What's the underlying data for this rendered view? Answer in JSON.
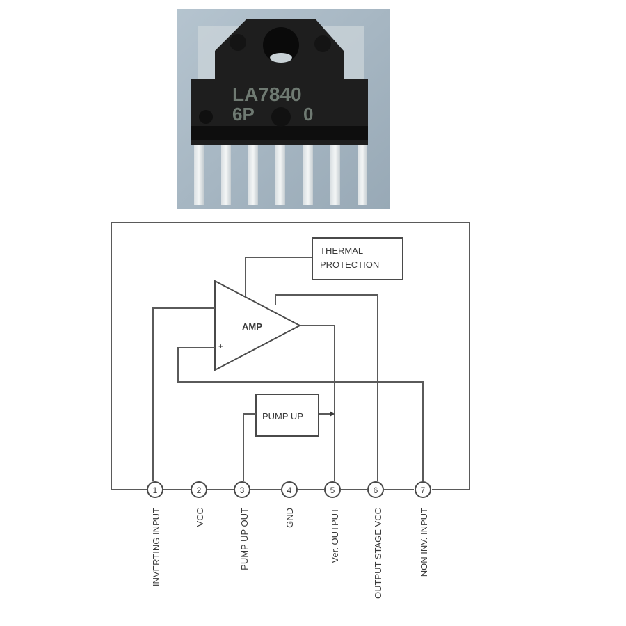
{
  "photo": {
    "marking_line1": "LA7840",
    "marking_line2_left": "6P",
    "marking_line2_right": "0",
    "lead_count": 7,
    "background_color": "#a9b8c4",
    "body_color": "#1c1c1c"
  },
  "diagram": {
    "blocks": {
      "thermal_line1": "THERMAL",
      "thermal_line2": "PROTECTION",
      "amp": "AMP",
      "amp_plus": "+",
      "pump_up": "PUMP UP"
    },
    "pins": [
      {
        "number": "1",
        "label": "INVERTING INPUT"
      },
      {
        "number": "2",
        "label": "VCC"
      },
      {
        "number": "3",
        "label": "PUMP UP OUT"
      },
      {
        "number": "4",
        "label": "GND"
      },
      {
        "number": "5",
        "label": "Ver. OUTPUT"
      },
      {
        "number": "6",
        "label": "OUTPUT STAGE VCC"
      },
      {
        "number": "7",
        "label": "NON INV. INPUT"
      }
    ],
    "line_color": "#5a5a5a"
  }
}
